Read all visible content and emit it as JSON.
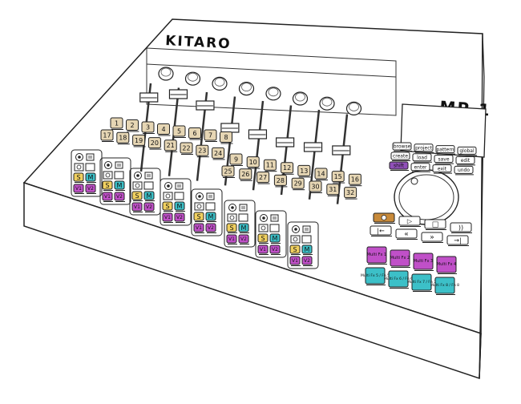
{
  "brand": {
    "logo": "KITARO",
    "model": "MP-1"
  },
  "pads_top": [
    "1",
    "2",
    "3",
    "4",
    "5",
    "6",
    "7",
    "8"
  ],
  "pads_row2": [
    "17",
    "18",
    "19",
    "20",
    "21",
    "22",
    "23",
    "24"
  ],
  "pads_right_top": [
    "9",
    "10",
    "11",
    "12",
    "13",
    "14",
    "15",
    "16"
  ],
  "pads_right_bottom": [
    "25",
    "26",
    "27",
    "28",
    "29",
    "30",
    "31",
    "32"
  ],
  "channel_buttons": {
    "solo": "S",
    "mute": "M",
    "v1": "V1",
    "v2": "V2"
  },
  "menu_buttons": [
    [
      "browse",
      "project",
      "pattern",
      "global"
    ],
    [
      "create",
      "load",
      "save",
      "edit"
    ],
    [
      "shift",
      "enter",
      "exit",
      "undo"
    ]
  ],
  "transport": {
    "record": "",
    "play": "▷",
    "stop": "□",
    "loop": "))",
    "back": "|←",
    "rewind": "«",
    "forward": "»",
    "end": "→|"
  },
  "fx_pads": {
    "row1": [
      "Multi Fx 1",
      "Multi Fx 2",
      "Multi Fx 3",
      "Multi Fx 4"
    ],
    "row2": [
      "Multi Fx 5 / Fn 5",
      "Multi Fx 6 / Fn 6",
      "Multi Fx 7 / Fn 7",
      "Multi Fx 8 / Fn 8"
    ]
  },
  "colors": {
    "pad": "#e6d6b4",
    "purple": "#c050c8",
    "cyan": "#3cc0c8",
    "yellow": "#f0d060",
    "orange": "#c88a3a",
    "accent_purple_btn": "#9050b8"
  }
}
